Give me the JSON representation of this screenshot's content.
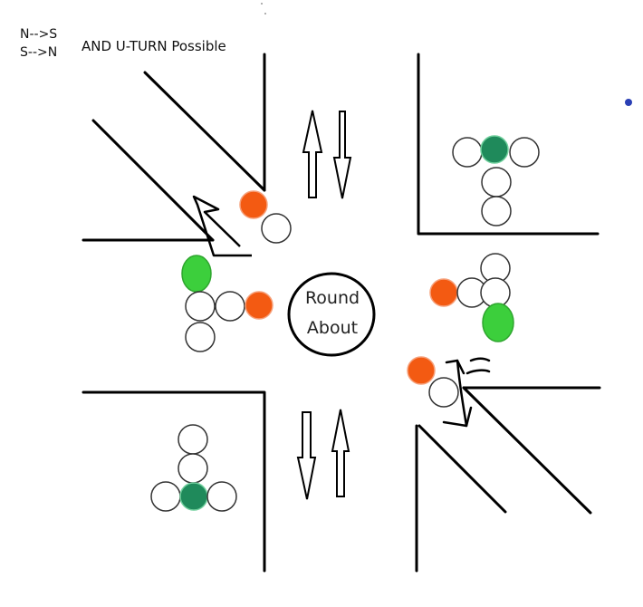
{
  "legend": {
    "line1": "N-->S",
    "line2": "S-->N"
  },
  "note": "AND U-TURN Possible",
  "roundabout": {
    "line1": "Round",
    "line2": "About"
  },
  "colors": {
    "road": "#000000",
    "signal_red": "#f35a12",
    "signal_green": "#3ccf3c",
    "signal_dark_green": "#1f8a5b",
    "signal_off": "#ffffff",
    "dot": "#2a3fb5"
  }
}
